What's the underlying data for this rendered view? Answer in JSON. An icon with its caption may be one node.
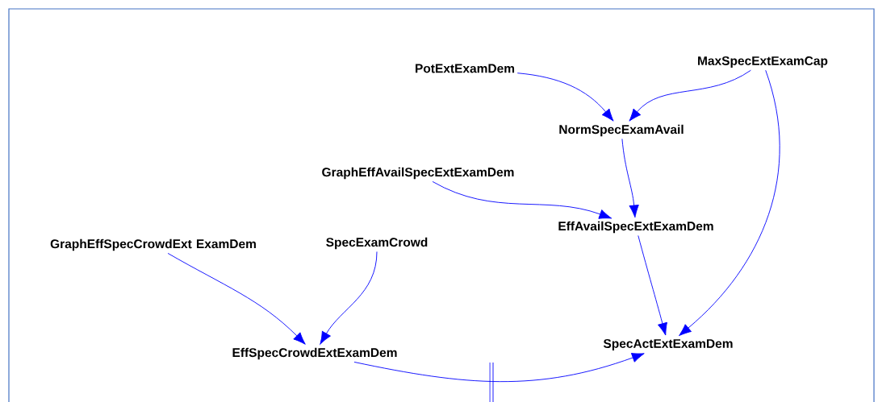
{
  "diagram": {
    "nodes": [
      {
        "text": [
          "PotExtExamDem"
        ]
      },
      {
        "text": [
          "MaxSpecExtExamCap"
        ]
      },
      {
        "text": [
          "NormSpecExamAvail"
        ]
      },
      {
        "text": [
          "GraphEffAvailSpecExtExamDem"
        ]
      },
      {
        "text": [
          "EffAvailSpecExtExamDem"
        ]
      },
      {
        "text": [
          "GraphEffSpecCrowdExt ExamDem"
        ]
      },
      {
        "text": [
          "SpecExamCrowd"
        ]
      },
      {
        "text": [
          "EffSpecCrowdExtExamDem"
        ]
      },
      {
        "text": [
          "SpecActExtExamDem"
        ]
      }
    ],
    "edges": [
      {
        "from": 0,
        "to": 2,
        "arrow": "to"
      },
      {
        "from": 1,
        "to": 2,
        "arrow": "to"
      },
      {
        "from": 1,
        "to": 8,
        "arrow": "to"
      },
      {
        "from": 2,
        "to": 4,
        "arrow": "to"
      },
      {
        "from": 3,
        "to": 4,
        "arrow": "to"
      },
      {
        "from": 4,
        "to": 8,
        "arrow": "to"
      },
      {
        "from": 5,
        "to": 7,
        "arrow": "to"
      },
      {
        "from": 6,
        "to": 7,
        "arrow": "to"
      },
      {
        "from": 7,
        "to": 8,
        "arrow": "to"
      }
    ]
  }
}
